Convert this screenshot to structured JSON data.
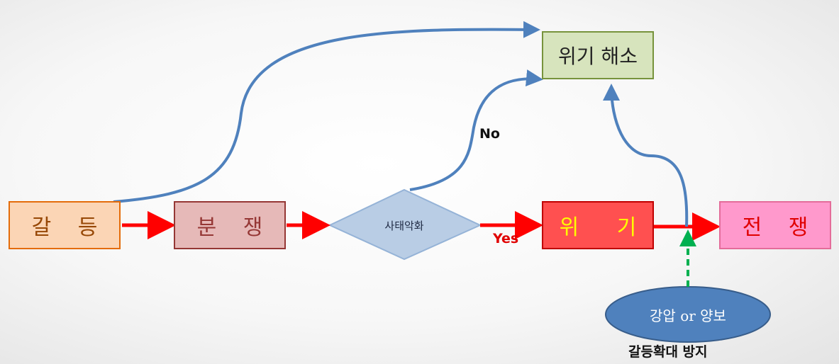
{
  "nodes": {
    "conflict": "갈 등",
    "dispute": "분 쟁",
    "decision": "사태악화",
    "crisis": "위 기",
    "war": "전 쟁",
    "resolution": "위기 해소",
    "measure": "강압 or 양보"
  },
  "edges": {
    "no_label": "No",
    "yes_label": "Yes"
  },
  "caption": "갈등확대 방지",
  "colors": {
    "main_flow": "#ff0000",
    "resolution_flow": "#4f81bd",
    "prevention_flow": "#00b050"
  }
}
